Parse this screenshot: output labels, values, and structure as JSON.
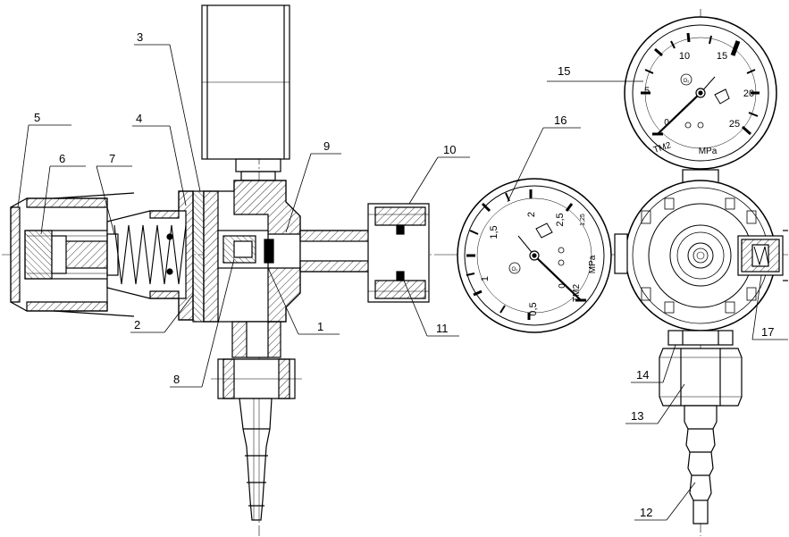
{
  "callouts": [
    {
      "id": "1",
      "label": "1"
    },
    {
      "id": "2",
      "label": "2"
    },
    {
      "id": "3",
      "label": "3"
    },
    {
      "id": "4",
      "label": "4"
    },
    {
      "id": "5",
      "label": "5"
    },
    {
      "id": "6",
      "label": "6"
    },
    {
      "id": "7",
      "label": "7"
    },
    {
      "id": "8",
      "label": "8"
    },
    {
      "id": "9",
      "label": "9"
    },
    {
      "id": "10",
      "label": "10"
    },
    {
      "id": "11",
      "label": "11"
    },
    {
      "id": "12",
      "label": "12"
    },
    {
      "id": "13",
      "label": "13"
    },
    {
      "id": "14",
      "label": "14"
    },
    {
      "id": "15",
      "label": "15"
    },
    {
      "id": "16",
      "label": "16"
    },
    {
      "id": "17",
      "label": "17"
    }
  ],
  "gauge_high": {
    "ticks": [
      "5",
      "10",
      "15",
      "20",
      "25"
    ],
    "extra_tick": "0",
    "unit": "MPa",
    "model": "TM2",
    "gas_symbol": "O₂"
  },
  "gauge_low": {
    "ticks": [
      "0,5",
      "1",
      "1,5",
      "2",
      "2,5"
    ],
    "extra_tick": "0",
    "unit": "MPa",
    "model": "TM2",
    "gas_symbol": "O₂",
    "class": "1,25"
  }
}
